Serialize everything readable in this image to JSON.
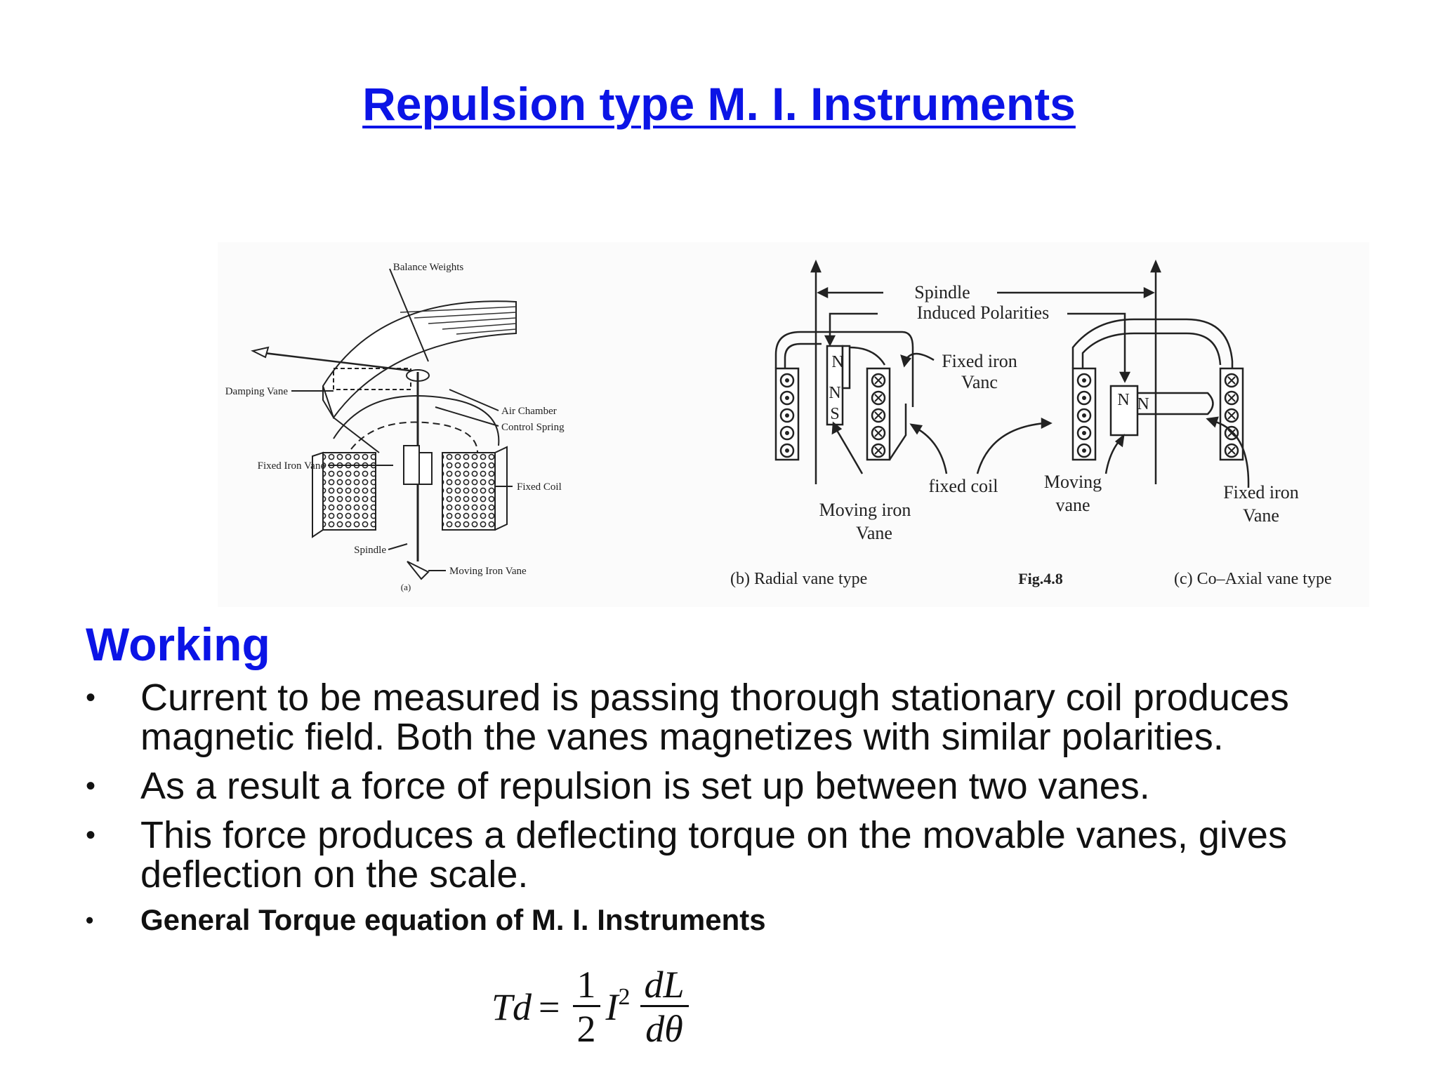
{
  "title": "Repulsion type M. I. Instruments",
  "figure": {
    "fig_a": {
      "labels": {
        "balance_weights": "Balance Weights",
        "damping_vane": "Damping Vane",
        "air_chamber": "Air Chamber",
        "control_spring": "Control Spring",
        "fixed_iron_vane": "Fixed Iron Vane",
        "fixed_coil": "Fixed Coil",
        "spindle": "Spindle",
        "moving_iron_vane": "Moving Iron Vane"
      },
      "caption": "(a)"
    },
    "fig_b": {
      "spindle": "Spindle",
      "induced_polarities": "Induced Polarities",
      "fixed_iron_vane_1": "Fixed iron",
      "fixed_iron_vane_2": "Vanc",
      "fixed_coil": "fixed coil",
      "moving_iron_vane_1": "Moving iron",
      "moving_iron_vane_2": "Vane",
      "pole_n1": "N",
      "pole_n2": "N",
      "pole_s": "S",
      "caption": "(b) Radial vane type"
    },
    "fig_label": "Fig.4.8",
    "fig_c": {
      "moving_vane_1": "Moving",
      "moving_vane_2": "vane",
      "fixed_iron_vane_1": "Fixed iron",
      "fixed_iron_vane_2": "Vane",
      "pole_n1": "N",
      "pole_n2": "N",
      "caption": "(c) Co–Axial vane type"
    }
  },
  "working": {
    "heading": "Working",
    "bullets": [
      "Current to be measured is passing thorough stationary coil produces magnetic field. Both the vanes magnetizes with similar polarities.",
      "As a result a force of repulsion is set up between two vanes.",
      "This force produces a deflecting torque on the movable vanes, gives deflection on the scale.",
      "General Torque equation of M. I. Instruments"
    ],
    "bullet_symbol": "•"
  },
  "equation": {
    "lhs": "Td",
    "equals": "=",
    "frac1_num": "1",
    "frac1_den": "2",
    "current": "I",
    "exponent": "2",
    "frac2_num": "dL",
    "frac2_den": "dθ"
  },
  "colors": {
    "heading": "#0b14e6",
    "text": "#111111"
  }
}
